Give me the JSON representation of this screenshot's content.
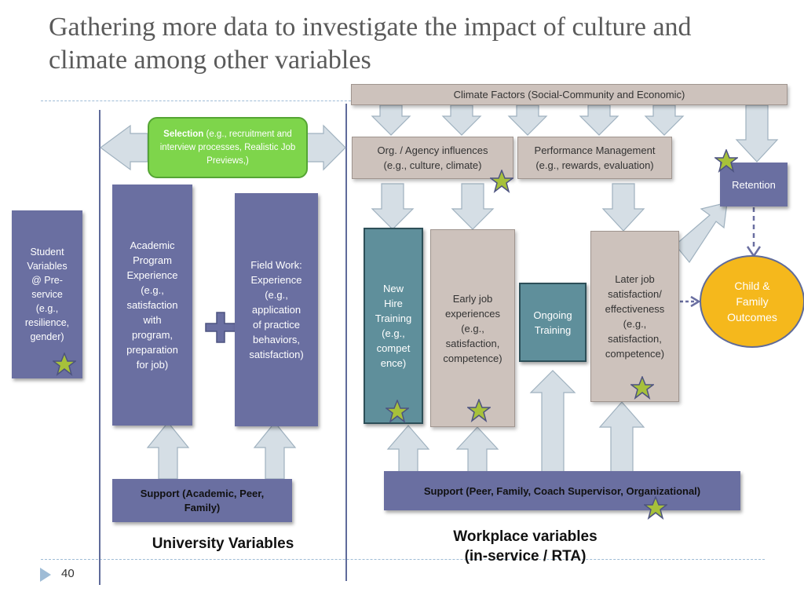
{
  "slide": {
    "title": "Gathering more data to investigate the impact of culture and climate among other variables",
    "page_number": "40"
  },
  "colors": {
    "blue": "#6a6fa1",
    "beige": "#cdc2bc",
    "teal": "#5f8f9b",
    "green": "#7ed54b",
    "yellow": "#f5b81c",
    "arrow": "#d5dee5",
    "star": "#a7c13a"
  },
  "university": {
    "student": "Student\nVariables\n@ Pre-\nservice\n(e.g.,\nresilience,\ngender)",
    "selection_bold": "Selection",
    "selection_rest": " (e.g., recruitment and interview processes, Realistic Job Previews,)",
    "academic": "Academic\nProgram\nExperience\n(e.g.,\nsatisfaction\nwith\nprogram,\npreparation\nfor job)",
    "fieldwork": "Field Work:\nExperience\n(e.g.,\napplication\nof practice\nbehaviors,\nsatisfaction)",
    "support": "Support (Academic, Peer,\nFamily)",
    "label": "University Variables"
  },
  "workplace": {
    "climate": "Climate Factors (Social-Community and Economic)",
    "org": "Org. / Agency influences\n(e.g., culture, climate)",
    "performance": "Performance Management\n(e.g., rewards, evaluation)",
    "retention": "Retention",
    "newhire": "New\nHire\nTraining\n(e.g.,\ncompet\nence)",
    "early": "Early job\nexperiences\n(e.g.,\nsatisfaction,\ncompetence)",
    "ongoing": "Ongoing\nTraining",
    "later": "Later job\nsatisfaction/\neffectiveness\n(e.g.,\nsatisfaction,\ncompetence)",
    "child": "Child &\nFamily\nOutcomes",
    "support": "Support (Peer, Family, Coach Supervisor, Organizational)",
    "label": "Workplace variables\n(in-service / RTA)"
  }
}
